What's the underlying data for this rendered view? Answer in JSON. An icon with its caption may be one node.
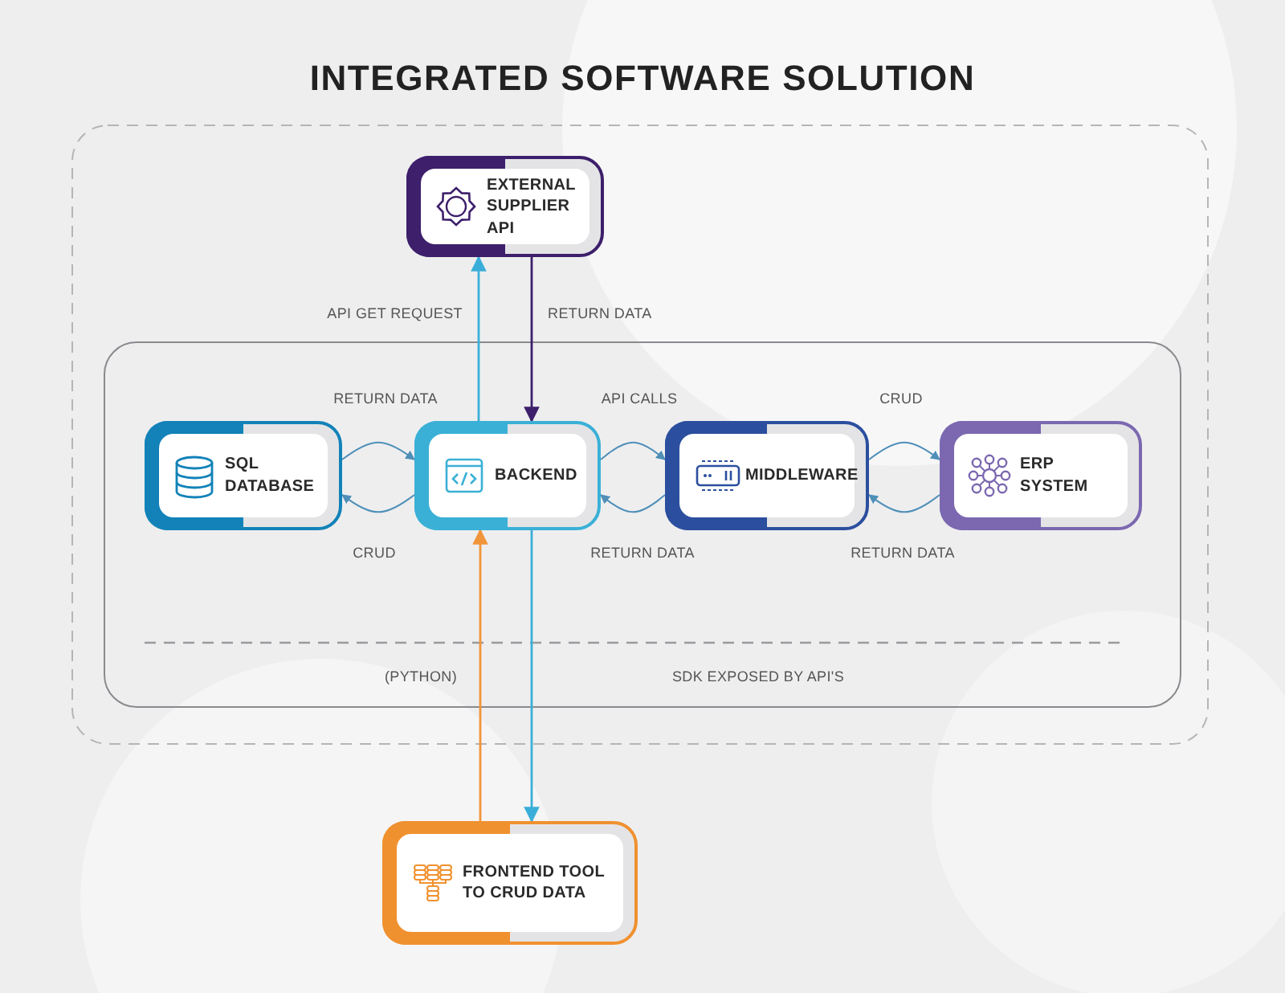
{
  "diagram": {
    "title": "INTEGRATED SOFTWARE SOLUTION",
    "nodes": [
      {
        "text": [
          "EXTERNAL SUPPLIER API"
        ]
      },
      {
        "text": [
          "SQL DATABASE"
        ]
      },
      {
        "text": [
          "BACKEND"
        ]
      },
      {
        "text": [
          "MIDDLEWARE"
        ]
      },
      {
        "text": [
          "ERP SYSTEM"
        ]
      },
      {
        "text": [
          "FRONTEND TOOL TO CRUD DATA"
        ]
      }
    ],
    "edges": [
      {
        "from": 2,
        "to": 0,
        "arrow": "to",
        "label": "API GET REQUEST",
        "color": "#3aaed8"
      },
      {
        "from": 0,
        "to": 2,
        "arrow": "to",
        "label": "RETURN DATA",
        "color": "#3d1f6b"
      },
      {
        "from": 1,
        "to": 2,
        "arrow": "to",
        "label": "RETURN DATA"
      },
      {
        "from": 2,
        "to": 1,
        "arrow": "to",
        "label": "CRUD"
      },
      {
        "from": 2,
        "to": 3,
        "arrow": "to",
        "label": "API CALLS"
      },
      {
        "from": 3,
        "to": 2,
        "arrow": "to",
        "label": "RETURN DATA"
      },
      {
        "from": 3,
        "to": 4,
        "arrow": "to",
        "label": "CRUD"
      },
      {
        "from": 4,
        "to": 3,
        "arrow": "to",
        "label": "RETURN DATA"
      },
      {
        "from": 5,
        "to": 2,
        "arrow": "to",
        "color": "#f0953a"
      },
      {
        "from": 2,
        "to": 5,
        "arrow": "to",
        "color": "#3aaed8"
      }
    ],
    "labels": [
      "(PYTHON)",
      "SDK EXPOSED BY API'S"
    ]
  }
}
